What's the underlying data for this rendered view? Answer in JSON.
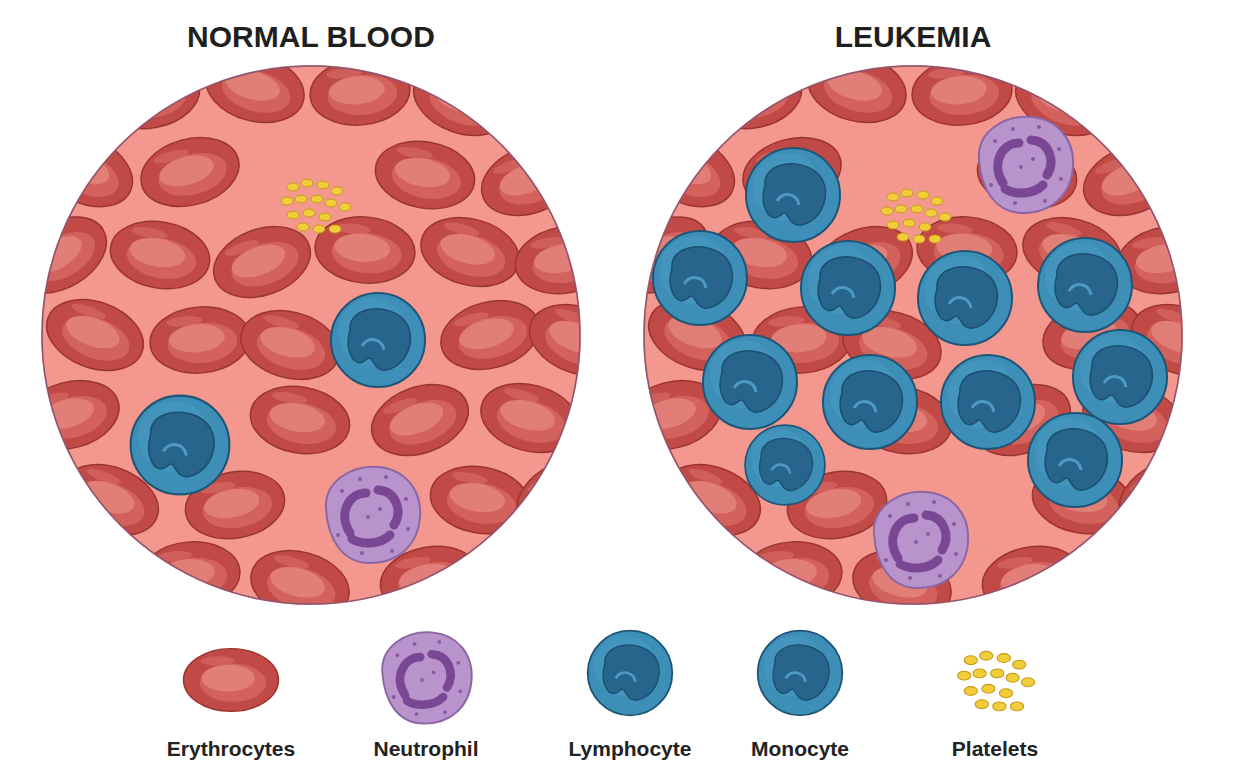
{
  "diagram": {
    "nodes": [
      {
        "text": [
          "NORMAL BLOOD"
        ]
      },
      {
        "text": [
          "LEUKEMIA"
        ]
      }
    ],
    "legend": [
      {
        "text": "Erythrocytes"
      },
      {
        "text": "Neutrophil"
      },
      {
        "text": "Lymphocyte"
      },
      {
        "text": "Monocyte"
      },
      {
        "text": "Platelets"
      }
    ]
  }
}
